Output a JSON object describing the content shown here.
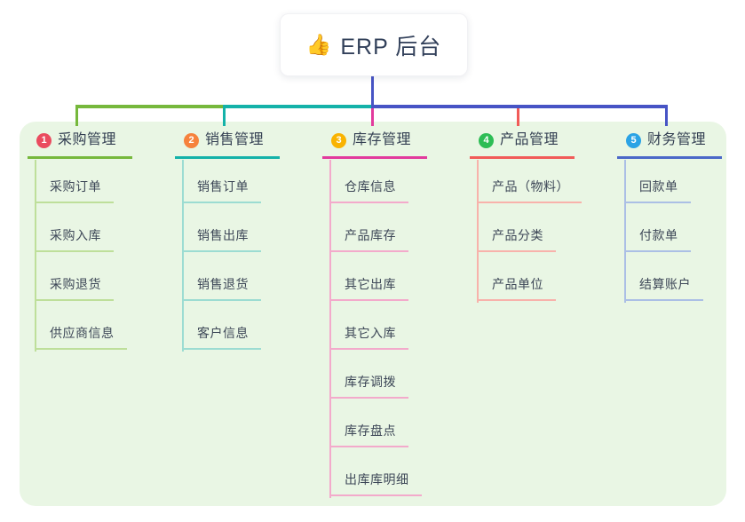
{
  "root": {
    "icon": "👍",
    "icon_name": "thumbs-up-icon",
    "label": "ERP 后台"
  },
  "colors": {
    "root_connector": "#4754c5",
    "panel_bg": "#e9f6e4",
    "text_dark": "#333f52",
    "text_child": "#3d4757"
  },
  "branches": [
    {
      "index": "1",
      "label": "采购管理",
      "badge_color": "#ea4b5f",
      "line_color": "#76b83c",
      "child_line_color": "#bedf9a",
      "children": [
        "采购订单",
        "采购入库",
        "采购退货",
        "供应商信息"
      ]
    },
    {
      "index": "2",
      "label": "销售管理",
      "badge_color": "#f6823d",
      "line_color": "#14b2a9",
      "child_line_color": "#9cdcd2",
      "children": [
        "销售订单",
        "销售出库",
        "销售退货",
        "客户信息"
      ]
    },
    {
      "index": "3",
      "label": "库存管理",
      "badge_color": "#f9b301",
      "line_color": "#e23a9d",
      "child_line_color": "#f3aacb",
      "children": [
        "仓库信息",
        "产品库存",
        "其它出库",
        "其它入库",
        "库存调拨",
        "库存盘点",
        "出库库明细"
      ]
    },
    {
      "index": "4",
      "label": "产品管理",
      "badge_color": "#2dbd55",
      "line_color": "#f15b58",
      "child_line_color": "#f8b2ab",
      "children": [
        "产品（物料）",
        "产品分类",
        "产品单位"
      ]
    },
    {
      "index": "5",
      "label": "财务管理",
      "badge_color": "#2ba3e5",
      "line_color": "#4b68c8",
      "child_line_color": "#abbfe5",
      "children": [
        "回款单",
        "付款单",
        "结算账户"
      ]
    }
  ]
}
